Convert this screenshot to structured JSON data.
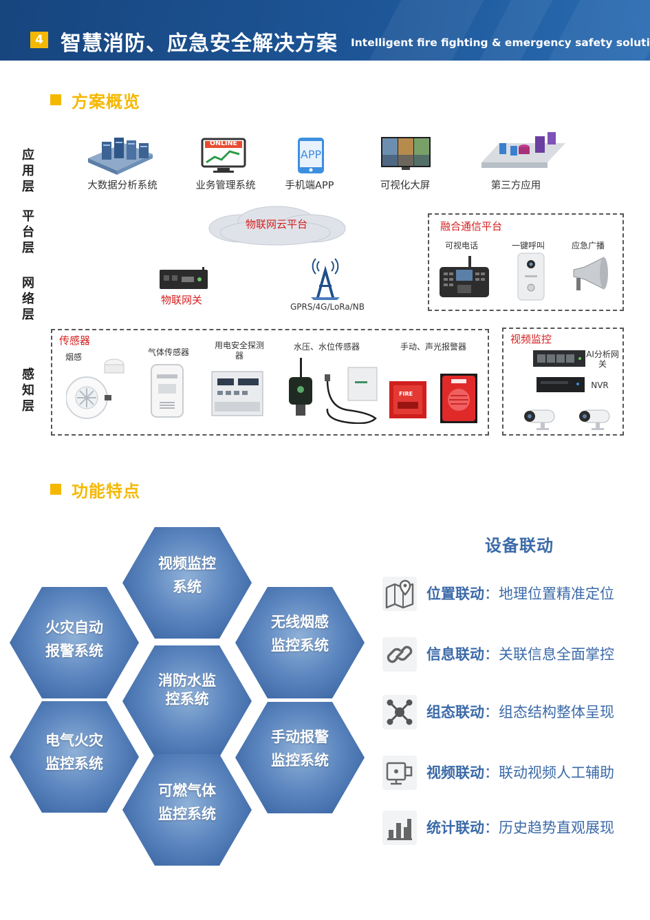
{
  "header": {
    "number": "4",
    "title_cn": "智慧消防、应急安全解决方案",
    "title_en": "Intelligent fire fighting & emergency safety solutions"
  },
  "overview": {
    "section_title": "方案概览",
    "layers": {
      "app": [
        "应",
        "用",
        "层"
      ],
      "platform": [
        "平",
        "台",
        "层"
      ],
      "network": [
        "网",
        "络",
        "层"
      ],
      "sensing": [
        "感",
        "知",
        "层"
      ]
    },
    "apps": [
      "大数据分析系统",
      "业务管理系统",
      "手机端APP",
      "可视化大屏",
      "第三方应用"
    ],
    "online_badge": "ONLINE",
    "app_badge": "APP",
    "cloud_platform": "物联网云平台",
    "iot_gateway": "物联网关",
    "network_protocols": "GPRS/4G/LoRa/NB",
    "comm_platform": {
      "title": "融合通信平台",
      "items": [
        "可视电话",
        "一键呼叫",
        "应急广播"
      ]
    },
    "sensors": {
      "title": "传感器",
      "items": [
        "烟感",
        "气体传感器",
        "用电安全探测器",
        "水压、水位传感器",
        "手动、声光报警器"
      ],
      "fire_text": "FIRE"
    },
    "video": {
      "title": "视频监控",
      "ai_gateway": "AI分析网关",
      "nvr": "NVR"
    }
  },
  "features": {
    "section_title": "功能特点",
    "hexagons": [
      "视频监控系统",
      "火灾自动报警系统",
      "无线烟感监控系统",
      "消防水监控系统",
      "电气火灾监控系统",
      "手动报警监控系统",
      "可燃气体监控系统"
    ],
    "linkage": {
      "title": "设备联动",
      "items": [
        {
          "key": "位置联动",
          "sep": "：",
          "value": "地理位置精准定位",
          "icon": "map-pin-icon"
        },
        {
          "key": "信息联动",
          "sep": "：",
          "value": "关联信息全面掌控",
          "icon": "link-icon"
        },
        {
          "key": "组态联动",
          "sep": "：",
          "value": "组态结构整体呈现",
          "icon": "network-node-icon"
        },
        {
          "key": "视频联动",
          "sep": "：",
          "value": "联动视频人工辅助",
          "icon": "video-monitor-icon"
        },
        {
          "key": "统计联动",
          "sep": "：",
          "value": "历史趋势直观展现",
          "icon": "bar-chart-icon"
        }
      ]
    }
  },
  "colors": {
    "header_blue": "#1d5596",
    "accent_yellow": "#f5b800",
    "link_blue": "#3b6aa8",
    "label_red": "#d62020"
  }
}
